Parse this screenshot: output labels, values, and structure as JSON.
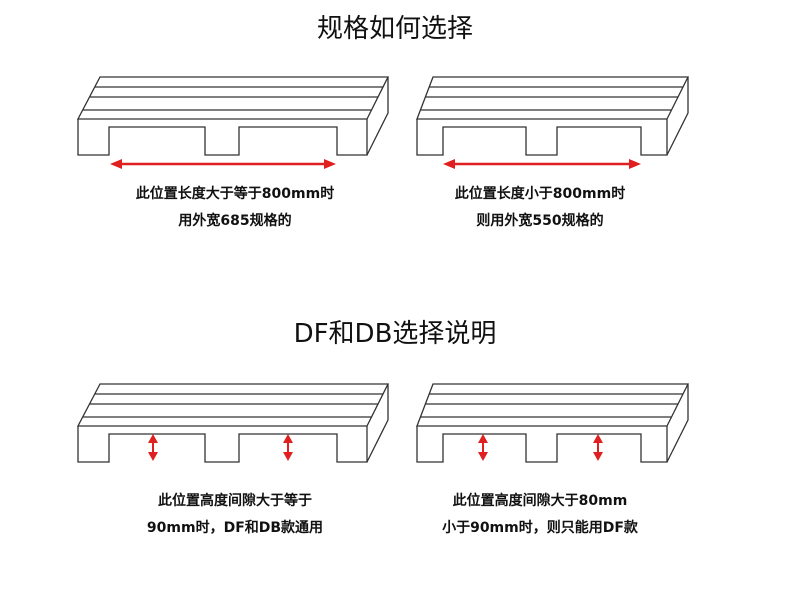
{
  "section1": {
    "title": "规格如何选择",
    "left": {
      "line1": "此位置长度大于等于800mm时",
      "line2": "用外宽685规格的"
    },
    "right": {
      "line1": "此位置长度小于800mm时",
      "line2": "则用外宽550规格的"
    }
  },
  "section2": {
    "title": "DF和DB选择说明",
    "left": {
      "line1": "此位置高度间隙大于等于",
      "line2": "90mm时，DF和DB款通用"
    },
    "right": {
      "line1": "此位置高度间隙大于80mm",
      "line2": "小于90mm时，则只能用DF款"
    }
  },
  "colors": {
    "line": "#333333",
    "arrow": "#e02020"
  }
}
